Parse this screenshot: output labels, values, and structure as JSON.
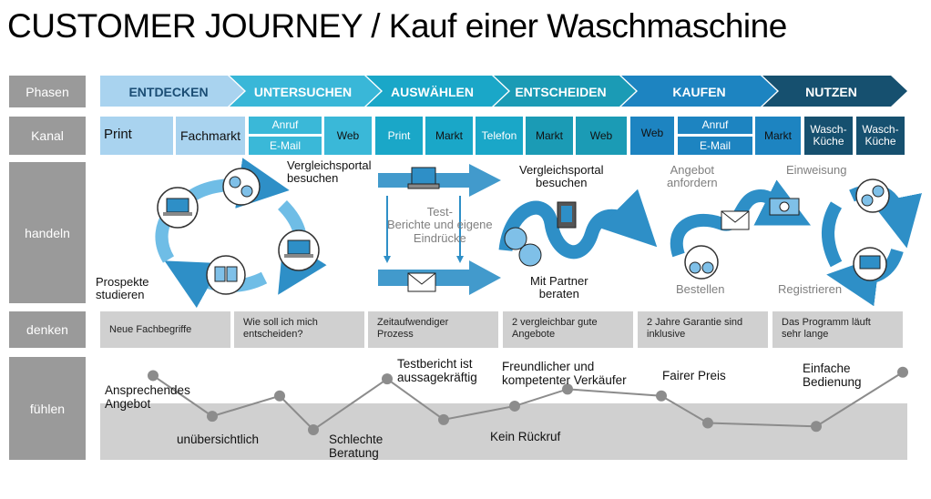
{
  "title": "CUSTOMER JOURNEY / Kauf einer Waschmaschine",
  "row_labels": {
    "phasen": "Phasen",
    "kanal": "Kanal",
    "handeln": "handeln",
    "denken": "denken",
    "fuehlen": "fühlen"
  },
  "phases": [
    {
      "label": "ENTDECKEN",
      "color": "#a9d3ef",
      "text_color": "#1b4d74"
    },
    {
      "label": "UNTERSUCHEN",
      "color": "#39b7d8",
      "text_color": "#ffffff"
    },
    {
      "label": "AUSWÄHLEN",
      "color": "#1aa7c8",
      "text_color": "#ffffff"
    },
    {
      "label": "ENTSCHEIDEN",
      "color": "#1b9bb5",
      "text_color": "#ffffff"
    },
    {
      "label": "KAUFEN",
      "color": "#1d84c1",
      "text_color": "#ffffff"
    },
    {
      "label": "NUTZEN",
      "color": "#16506f",
      "text_color": "#ffffff"
    }
  ],
  "channels": {
    "print1": "Print",
    "fachmarkt": "Fachmarkt",
    "anruf1": "Anruf",
    "email1": "E-Mail",
    "web1": "Web",
    "print2": "Print",
    "markt1": "Markt",
    "telefon": "Telefon",
    "markt2": "Markt",
    "web2": "Web",
    "web3": "Web",
    "anruf2": "Anruf",
    "email2": "E-Mail",
    "markt3": "Markt",
    "waschkueche1": "Wasch-\nKüche",
    "waschkueche2": "Wasch-\nKüche"
  },
  "actions": {
    "vergleichsportal1": "Vergleichsportal\nbesuchen",
    "prospekte": "Prospekte\nstudieren",
    "testberichte": "Test-\nBerichte und eigene\nEindrücke",
    "vergleichsportal2": "Vergleichsportal\nbesuchen",
    "partner": "Mit Partner\nberaten",
    "angebot": "Angebot\nanfordern",
    "bestellen": "Bestellen",
    "einweisung": "Einweisung",
    "registrieren": "Registrieren"
  },
  "thoughts": [
    "Neue  Fachbegriffe",
    "Wie soll ich mich\nentscheiden?",
    "Zeitaufwendiger\nProzess",
    "2 vergleichbar gute\nAngebote",
    "2 Jahre Garantie sind\ninklusive",
    "Das Programm läuft\nsehr lange"
  ],
  "feelings": [
    {
      "label": "Ansprechendes\nAngebot",
      "value": 8
    },
    {
      "label": "unübersichtlich",
      "value": 2
    },
    {
      "label": "",
      "value": 5
    },
    {
      "label": "Schlechte\nBeratung",
      "value": 0
    },
    {
      "label": "Testbericht ist\naussagekräftig",
      "value": 7.5
    },
    {
      "label": "",
      "value": 1.5
    },
    {
      "label": "Kein Rückruf",
      "value": 3.5
    },
    {
      "label": "Freundlicher und\nkompetenter Verkäufer",
      "value": 6
    },
    {
      "label": "Fairer Preis",
      "value": 5
    },
    {
      "label": "",
      "value": 1
    },
    {
      "label": "",
      "value": 0.5
    },
    {
      "label": "Einfache\nBedienung",
      "value": 8.5
    }
  ]
}
